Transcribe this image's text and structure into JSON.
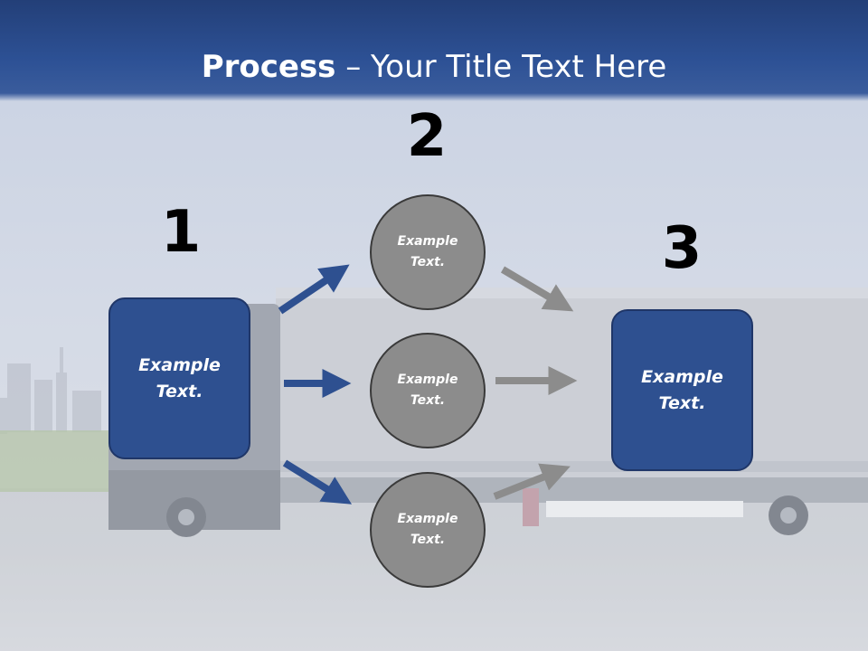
{
  "slide": {
    "title_bold": "Process",
    "title_rest": " – Your Title Text Here"
  },
  "steps": {
    "step1": {
      "number": "1",
      "text": "Example\nText."
    },
    "step2": {
      "number": "2",
      "circles": [
        {
          "text": "Example\nText."
        },
        {
          "text": "Example\nText."
        },
        {
          "text": "Example\nText."
        }
      ]
    },
    "step3": {
      "number": "3",
      "text": "Example\nText."
    }
  },
  "colors": {
    "box_fill": "#2e5090",
    "circle_fill": "#8c8c8c",
    "arrow_blue": "#2e5090",
    "arrow_gray": "#8c8c8c"
  }
}
